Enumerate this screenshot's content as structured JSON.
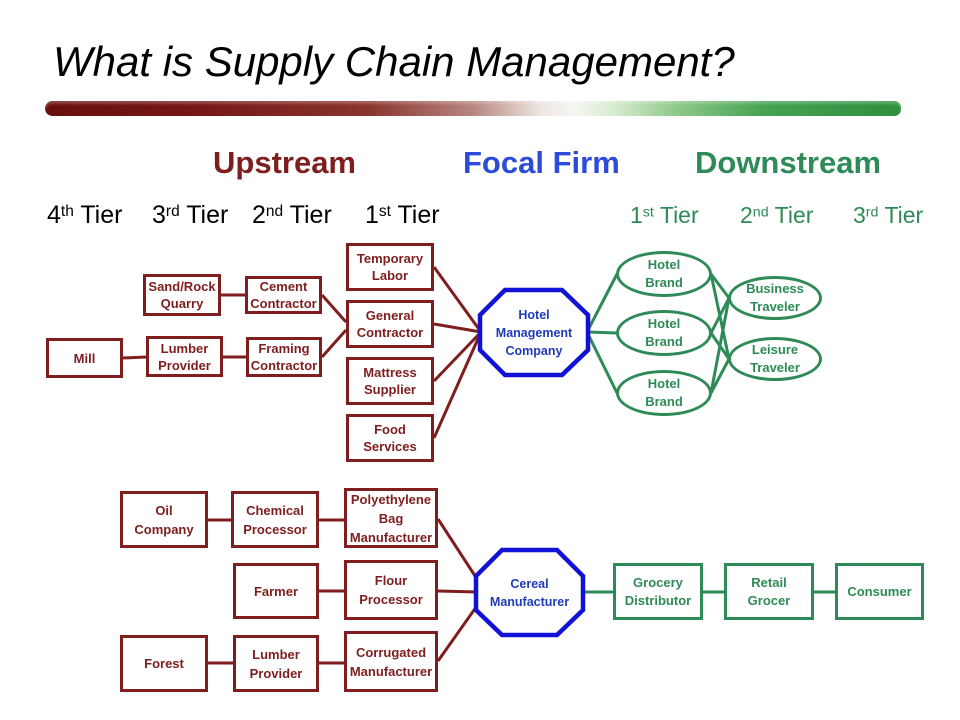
{
  "title": "What is Supply Chain Management?",
  "colors": {
    "upstream": "#7E1E1E",
    "focal_firm": "#2B4BD8",
    "focal_border": "#1212D6",
    "focal_text": "#1F3BB8",
    "downstream": "#2E8B57"
  },
  "headers": {
    "upstream": "Upstream",
    "focal_firm": "Focal Firm",
    "downstream": "Downstream"
  },
  "tiers": {
    "upstream": [
      {
        "num": "4",
        "ord": "th",
        "label": "Tier"
      },
      {
        "num": "3",
        "ord": "rd",
        "label": "Tier"
      },
      {
        "num": "2",
        "ord": "nd",
        "label": "Tier"
      },
      {
        "num": "1",
        "ord": "st",
        "label": "Tier"
      }
    ],
    "downstream": [
      {
        "num": "1",
        "ord": "st",
        "label": "Tier"
      },
      {
        "num": "2",
        "ord": "nd",
        "label": "Tier"
      },
      {
        "num": "3",
        "ord": "rd",
        "label": "Tier"
      }
    ]
  },
  "hotel_chain": {
    "sand_rock_quarry": "Sand/Rock\nQuarry",
    "cement_contractor": "Cement\nContractor",
    "mill": "Mill",
    "lumber_provider": "Lumber\nProvider",
    "framing_contractor": "Framing\nContractor",
    "temporary_labor": "Temporary\nLabor",
    "general_contractor": "General\nContractor",
    "mattress_supplier": "Mattress\nSupplier",
    "food_services": "Food\nServices",
    "focal_firm": "Hotel\nManagement\nCompany",
    "hotel_brands": [
      "Hotel\nBrand",
      "Hotel\nBrand",
      "Hotel\nBrand"
    ],
    "business_traveler": "Business\nTraveler",
    "leisure_traveler": "Leisure\nTraveler"
  },
  "cereal_chain": {
    "oil_company": "Oil\nCompany",
    "chemical_processor": "Chemical\nProcessor",
    "polyethylene_bag_manufacturer": "Polyethylene\nBag\nManufacturer",
    "farmer": "Farmer",
    "flour_processor": "Flour\nProcessor",
    "forest": "Forest",
    "lumber_provider": "Lumber\nProvider",
    "corrugated_manufacturer": "Corrugated\nManufacturer",
    "focal_firm": "Cereal\nManufacturer",
    "grocery_distributor": "Grocery\nDistributor",
    "retail_grocer": "Retail\nGrocer",
    "consumer": "Consumer"
  }
}
